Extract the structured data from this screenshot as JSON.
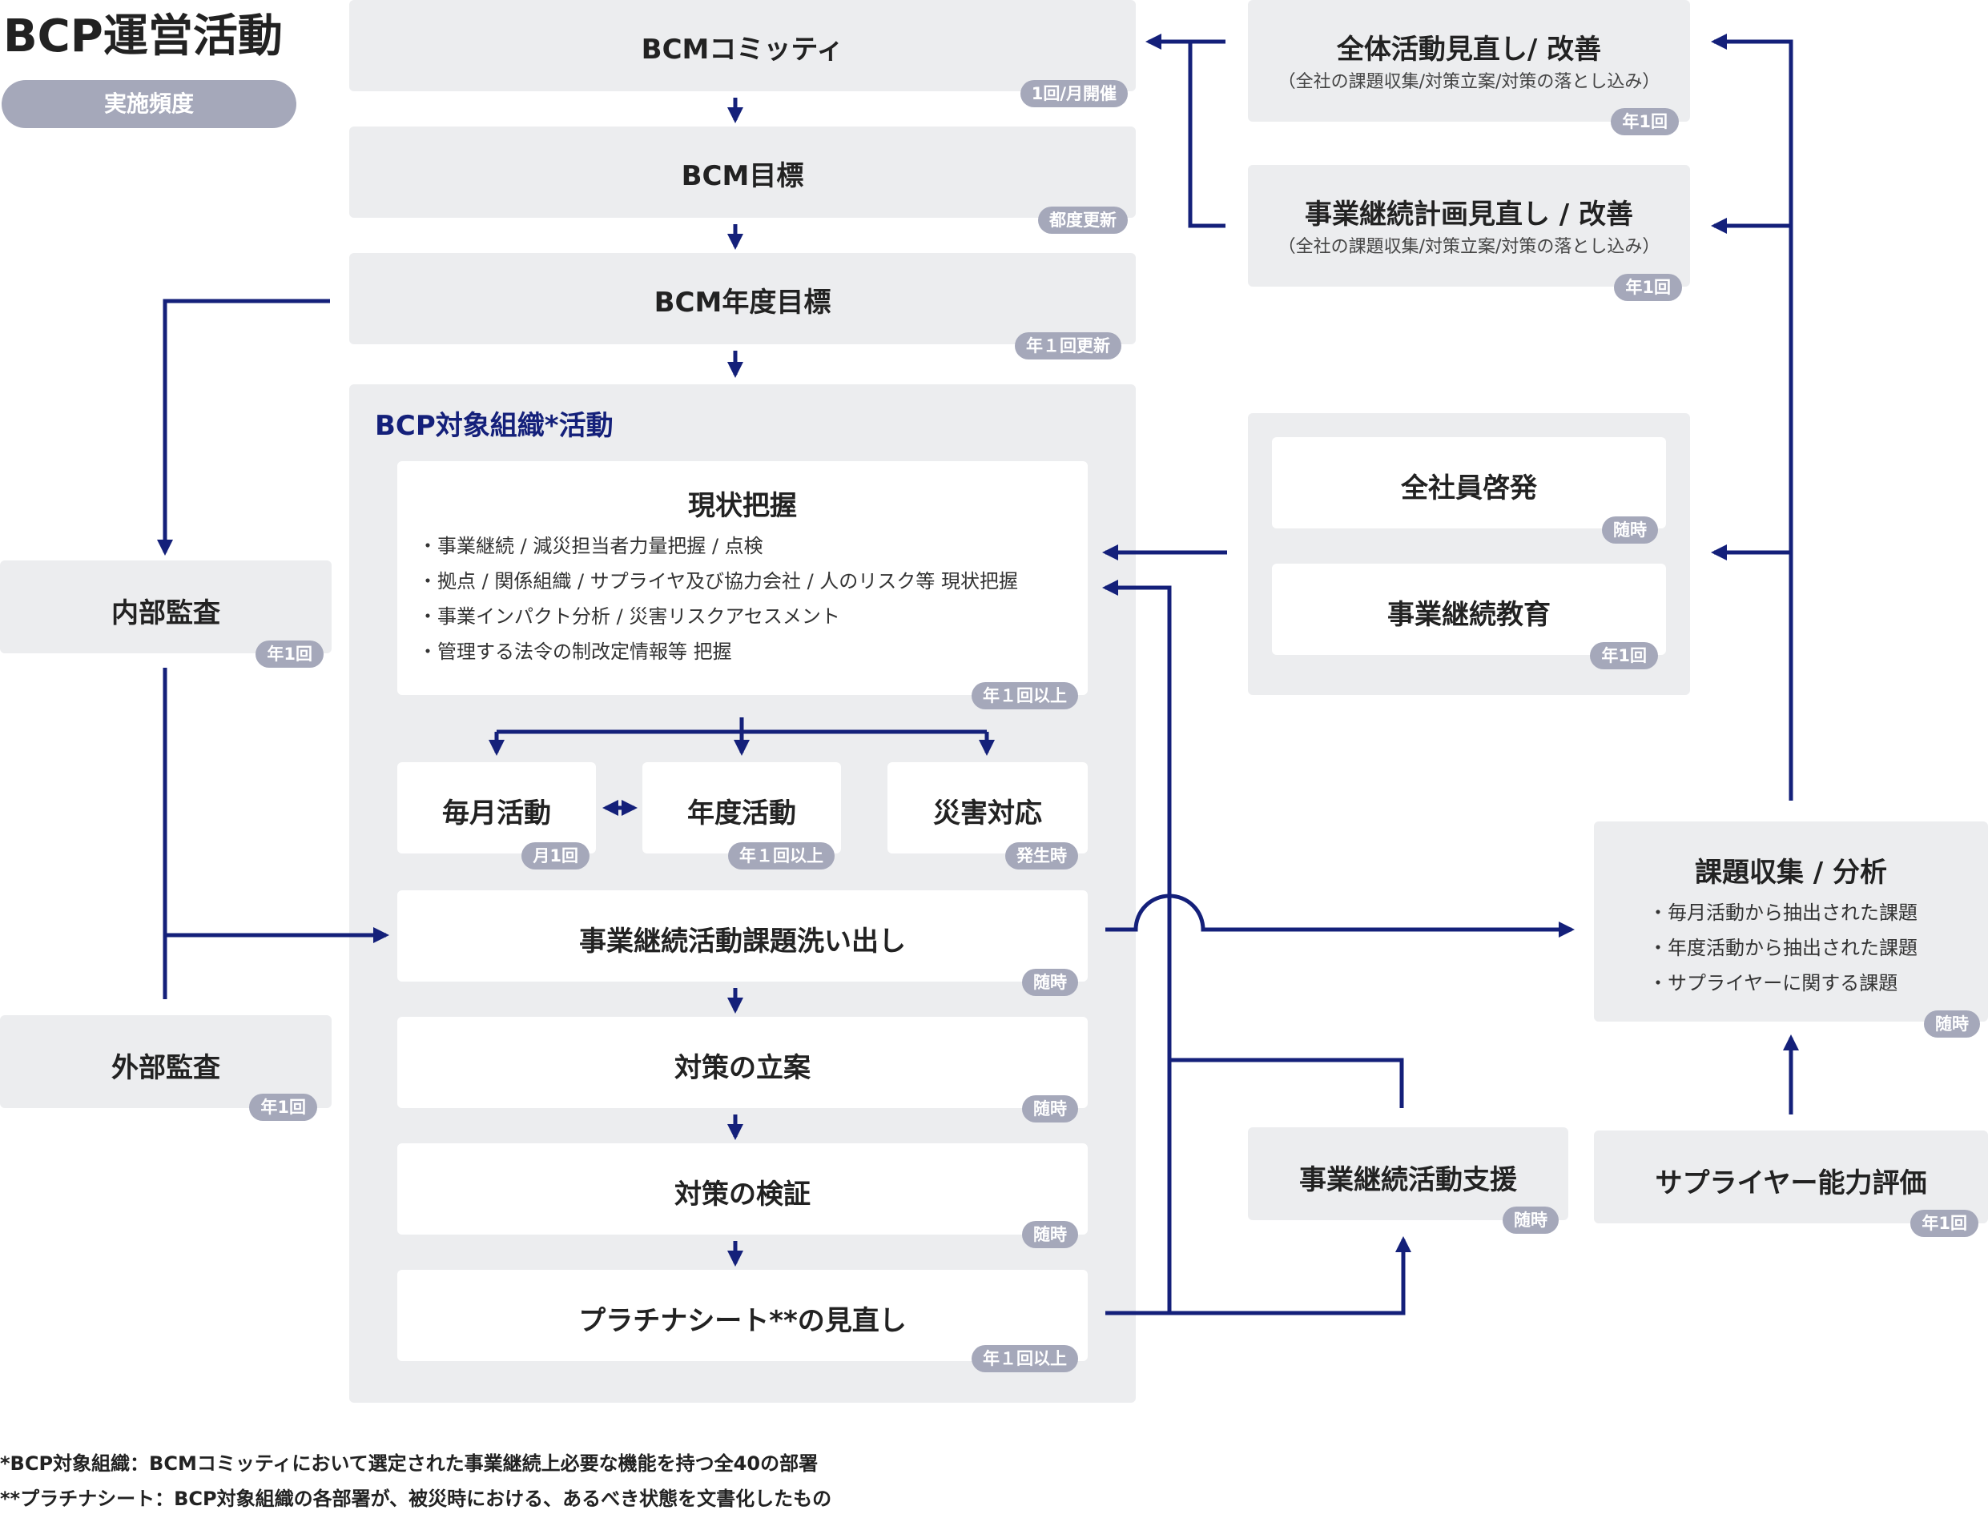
{
  "title": "BCP運営活動",
  "legend_pill": "実施頻度",
  "accent": "#14207a",
  "bcm_committee": {
    "label": "BCMコミッティ",
    "freq": "1回/月開催"
  },
  "bcm_goal": {
    "label": "BCM目標",
    "freq": "都度更新"
  },
  "bcm_annual_goal": {
    "label": "BCM年度目標",
    "freq": "年１回更新"
  },
  "bcp_org": {
    "heading": "BCP対象組織*活動",
    "current_status": {
      "label": "現状把握",
      "bullets": [
        "・事業継続 / 減災担当者力量把握 / 点検",
        "・拠点 / 関係組織 / サプライヤ及び協力会社 / 人のリスク等 現状把握",
        "・事業インパクト分析 / 災害リスクアセスメント",
        "・管理する法令の制改定情報等 把握"
      ],
      "freq": "年１回以上"
    },
    "monthly": {
      "label": "毎月活動",
      "freq": "月1回"
    },
    "annual": {
      "label": "年度活動",
      "freq": "年１回以上"
    },
    "disaster": {
      "label": "災害対応",
      "freq": "発生時"
    },
    "issue_extraction": {
      "label": "事業継続活動課題洗い出し",
      "freq": "随時"
    },
    "countermeasure_plan": {
      "label": "対策の立案",
      "freq": "随時"
    },
    "countermeasure_verify": {
      "label": "対策の検証",
      "freq": "随時"
    },
    "platinum_review": {
      "label": "プラチナシート**の見直し",
      "freq": "年１回以上"
    }
  },
  "internal_audit": {
    "label": "内部監査",
    "freq": "年1回"
  },
  "external_audit": {
    "label": "外部監査",
    "freq": "年1回"
  },
  "overall_review": {
    "label": "全体活動見直し/ 改善",
    "note": "（全社の課題収集/対策立案/対策の落とし込み）",
    "freq": "年1回"
  },
  "bcp_review": {
    "label": "事業継続計画見直し / 改善",
    "note": "（全社の課題収集/対策立案/対策の落とし込み）",
    "freq": "年1回"
  },
  "awareness": {
    "label": "全社員啓発",
    "freq": "随時"
  },
  "education": {
    "label": "事業継続教育",
    "freq": "年1回"
  },
  "issue_analysis": {
    "label": "課題収集 / 分析",
    "bullets": [
      "・毎月活動から抽出された課題",
      "・年度活動から抽出された課題",
      "・サプライヤーに関する課題"
    ],
    "freq": "随時"
  },
  "support": {
    "label": "事業継続活動支援",
    "freq": "随時"
  },
  "supplier_eval": {
    "label": "サプライヤー能力評価",
    "freq": "年1回"
  },
  "footnotes": [
    "*BCP対象組織：BCMコミッティにおいて選定された事業継続上必要な機能を持つ全40の部署",
    "**プラチナシート：BCP対象組織の各部署が、被災時における、あるべき状態を文書化したもの"
  ]
}
